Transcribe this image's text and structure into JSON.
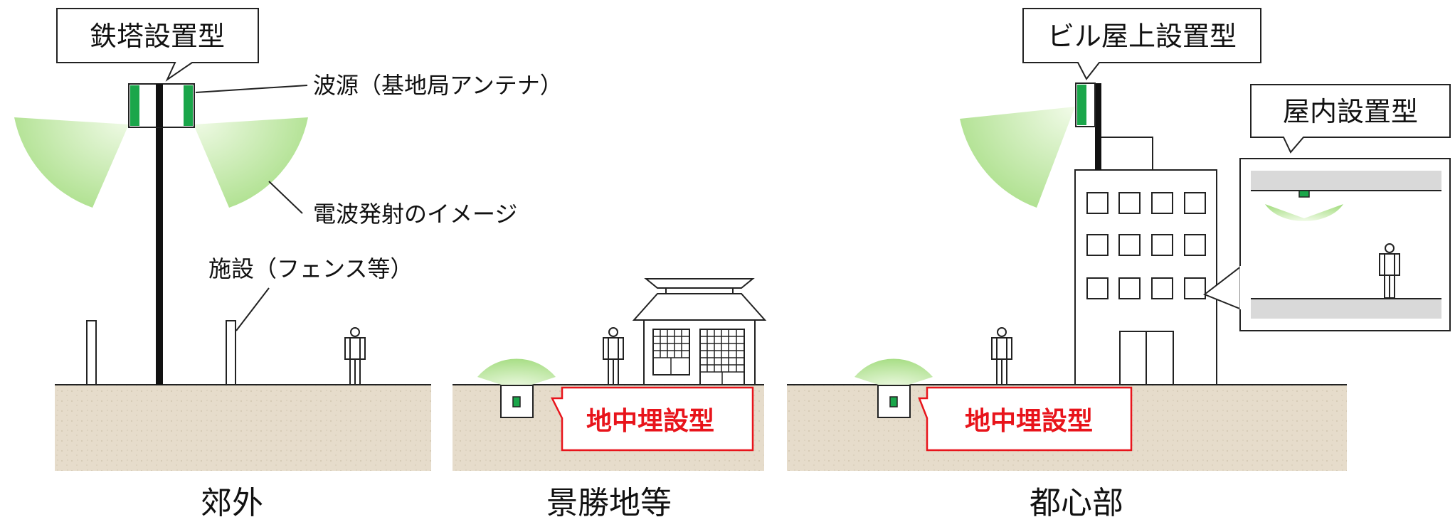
{
  "callouts": {
    "tower_type": "鉄塔設置型",
    "building_roof_type": "ビル屋上設置型",
    "indoor_type": "屋内設置型",
    "underground_type": "地中埋設型"
  },
  "annotations": {
    "wave_source": "波源（基地局アンテナ）",
    "emission_image": "電波発射のイメージ",
    "facility": "施設（フェンス等）"
  },
  "areas": {
    "suburb": "郊外",
    "scenic": "景勝地等",
    "urban": "都心部"
  },
  "colors": {
    "antenna_green": "#1aa64a",
    "wave_green": "#b9e79a",
    "ground": "#e6dccb",
    "callout_red": "#e8141b",
    "floor_gray": "#d9d9d9"
  }
}
